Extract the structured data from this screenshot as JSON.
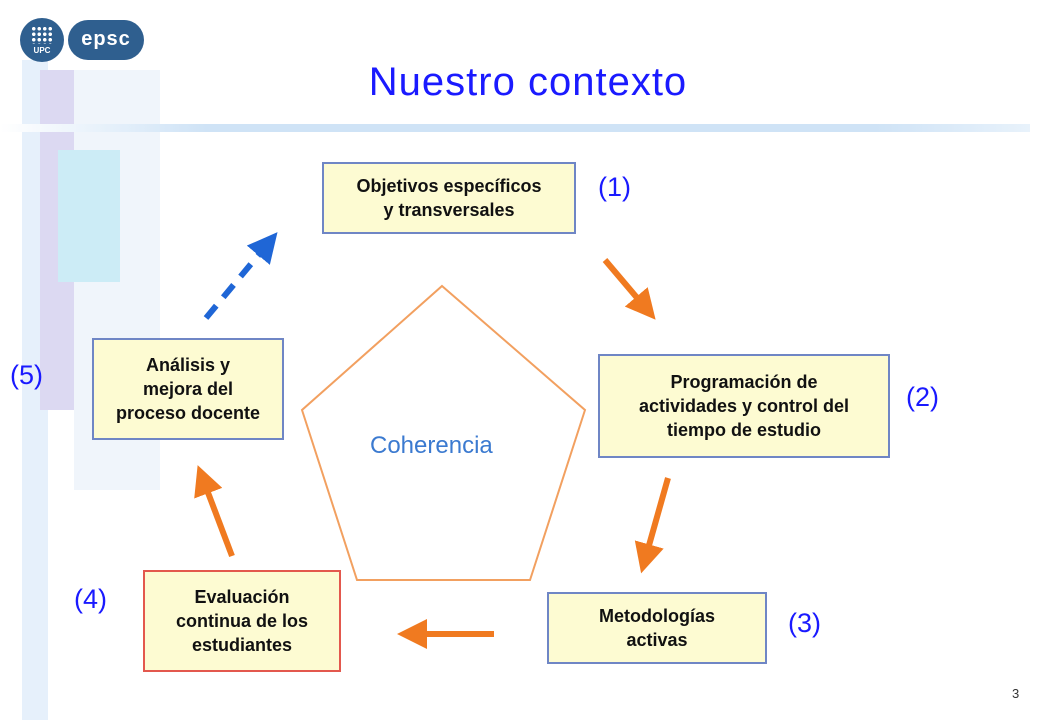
{
  "slide": {
    "title": "Nuestro contexto",
    "page_number": "3",
    "logos": {
      "upc_label": "UPC",
      "epsc_label": "epsc"
    }
  },
  "diagram": {
    "center_label": "Coherencia",
    "steps": [
      {
        "number": "(1)",
        "label": "Objetivos específicos\ny transversales",
        "border_color": "#6f86c5"
      },
      {
        "number": "(2)",
        "label": "Programación de\nactividades y control del\ntiempo de estudio",
        "border_color": "#6f86c5"
      },
      {
        "number": "(3)",
        "label": "Metodologías\nactivas",
        "border_color": "#6f86c5"
      },
      {
        "number": "(4)",
        "label": "Evaluación\ncontinua de los\nestudiantes",
        "border_color": "#e3584d"
      },
      {
        "number": "(5)",
        "label": "Análisis y\nmejora del\nproceso docente",
        "border_color": "#6f86c5"
      }
    ],
    "colors": {
      "arrow": "#f07a20",
      "dashed_arrow": "#1f66d6",
      "pentagon": "#f2a060",
      "title": "#1a1aff"
    }
  }
}
